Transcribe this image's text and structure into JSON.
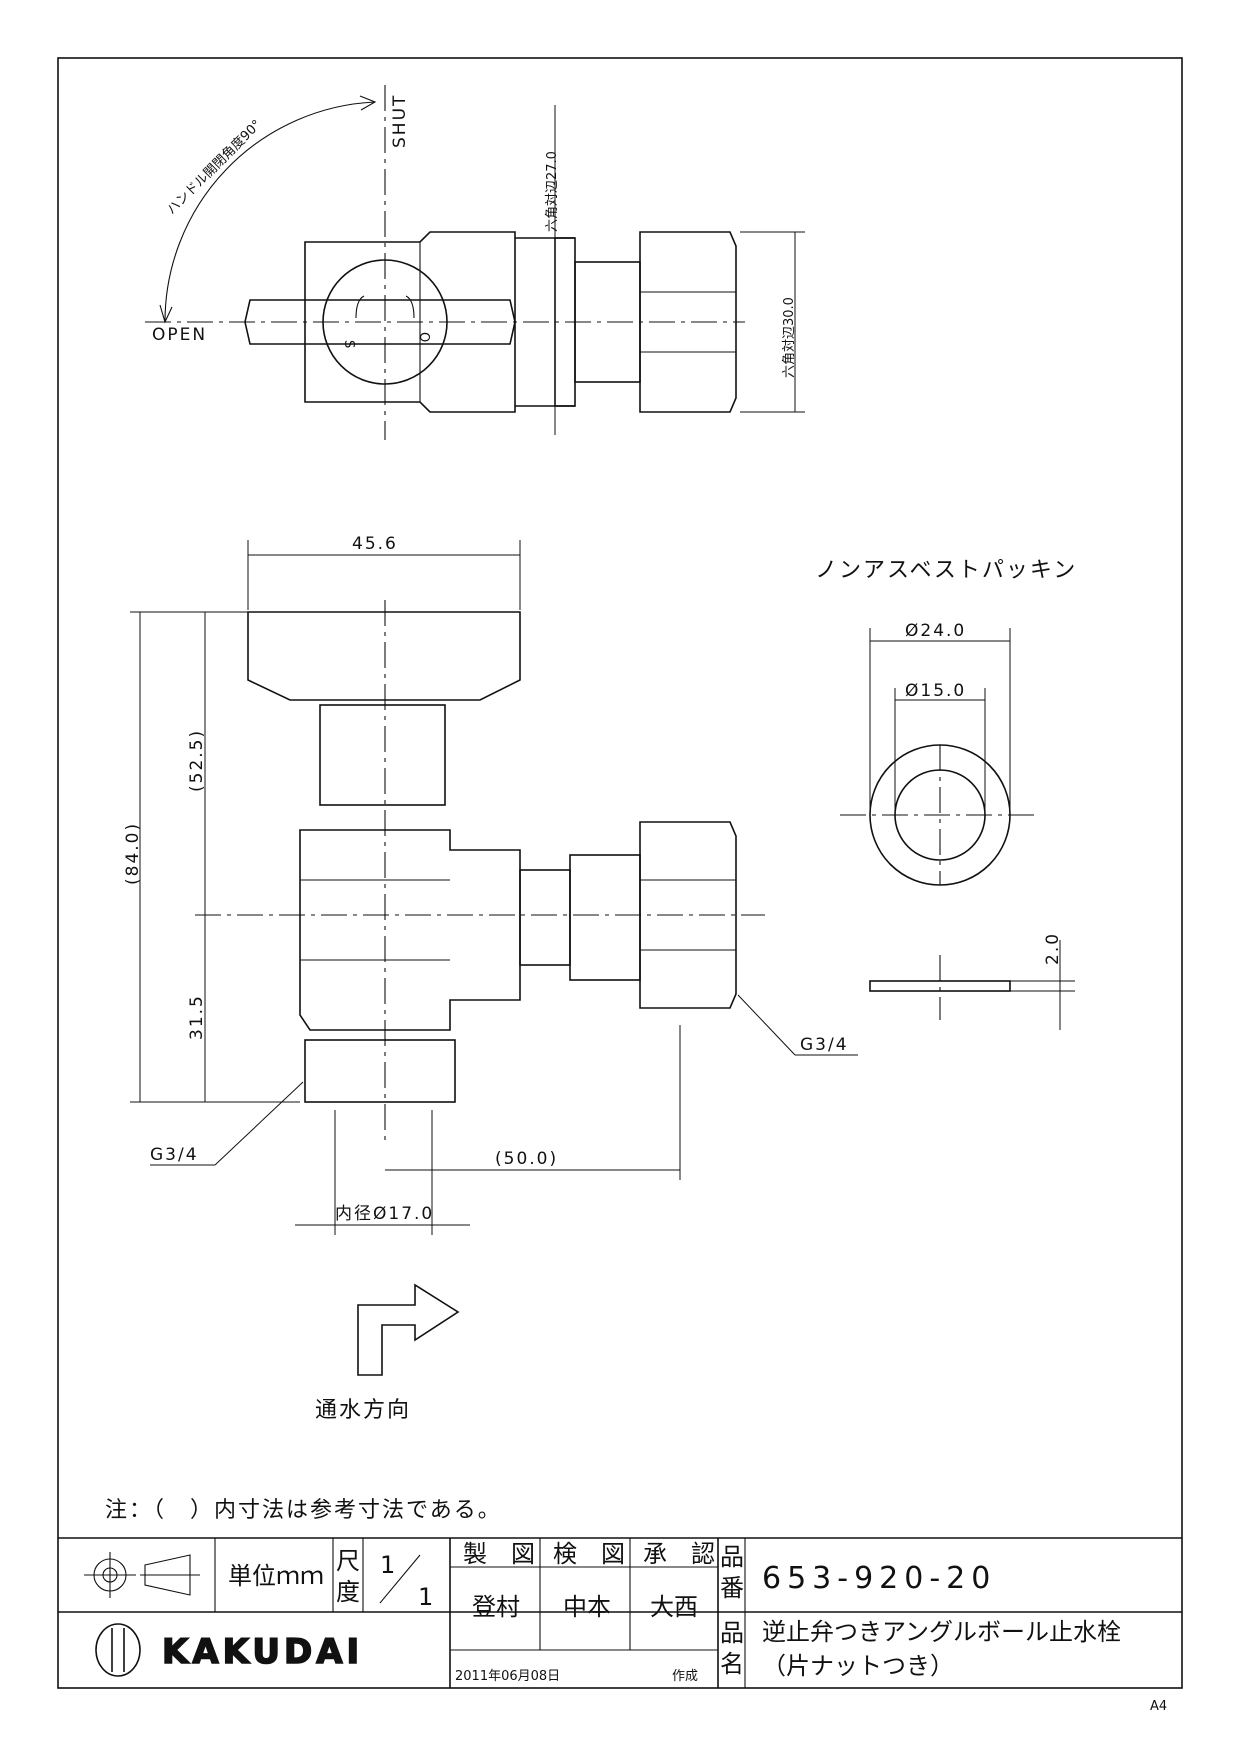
{
  "drawing": {
    "handle_angle_label": "ハンドル開閉角度90°",
    "shut_label": "SHUT",
    "open_label": "OPEN",
    "s_mark": "S",
    "o_mark": "O",
    "hex27_label": "六角対辺27.0",
    "hex30_label": "六角対辺30.0",
    "width_dim": "45.6",
    "height_dim": "(84.0)",
    "upper_dim": "(52.5)",
    "lower_dim": "31.5",
    "offset_dim": "(50.0)",
    "inner_dia_dim": "内径Ø17.0",
    "thread_right": "G3/4",
    "thread_left": "G3/4",
    "flow_label": "通水方向",
    "gasket_label": "ノンアスベストパッキン",
    "gasket_outer": "Ø24.0",
    "gasket_inner": "Ø15.0",
    "gasket_thickness": "2.0",
    "note": "注：（　）内寸法は参考寸法である。"
  },
  "title_block": {
    "unit_label": "単位ｍｍ",
    "scale_label_1": "尺",
    "scale_label_2": "度",
    "scale_num": "1",
    "scale_den": "1",
    "drawn_label": "製　図",
    "checked_label": "検　図",
    "approved_label": "承　認",
    "drawn_by": "登村",
    "checked_by": "中本",
    "approved_by": "大西",
    "part_no_label_1": "品",
    "part_no_label_2": "番",
    "part_no": "653-920-20",
    "name_label_1": "品",
    "name_label_2": "名",
    "product_name_1": "逆止弁つきアングルボール止水栓",
    "product_name_2": "（片ナットつき）",
    "brand": "KAKUDAI",
    "date": "2011年06月08日",
    "created_label": "作成",
    "paper_size": "A4"
  }
}
